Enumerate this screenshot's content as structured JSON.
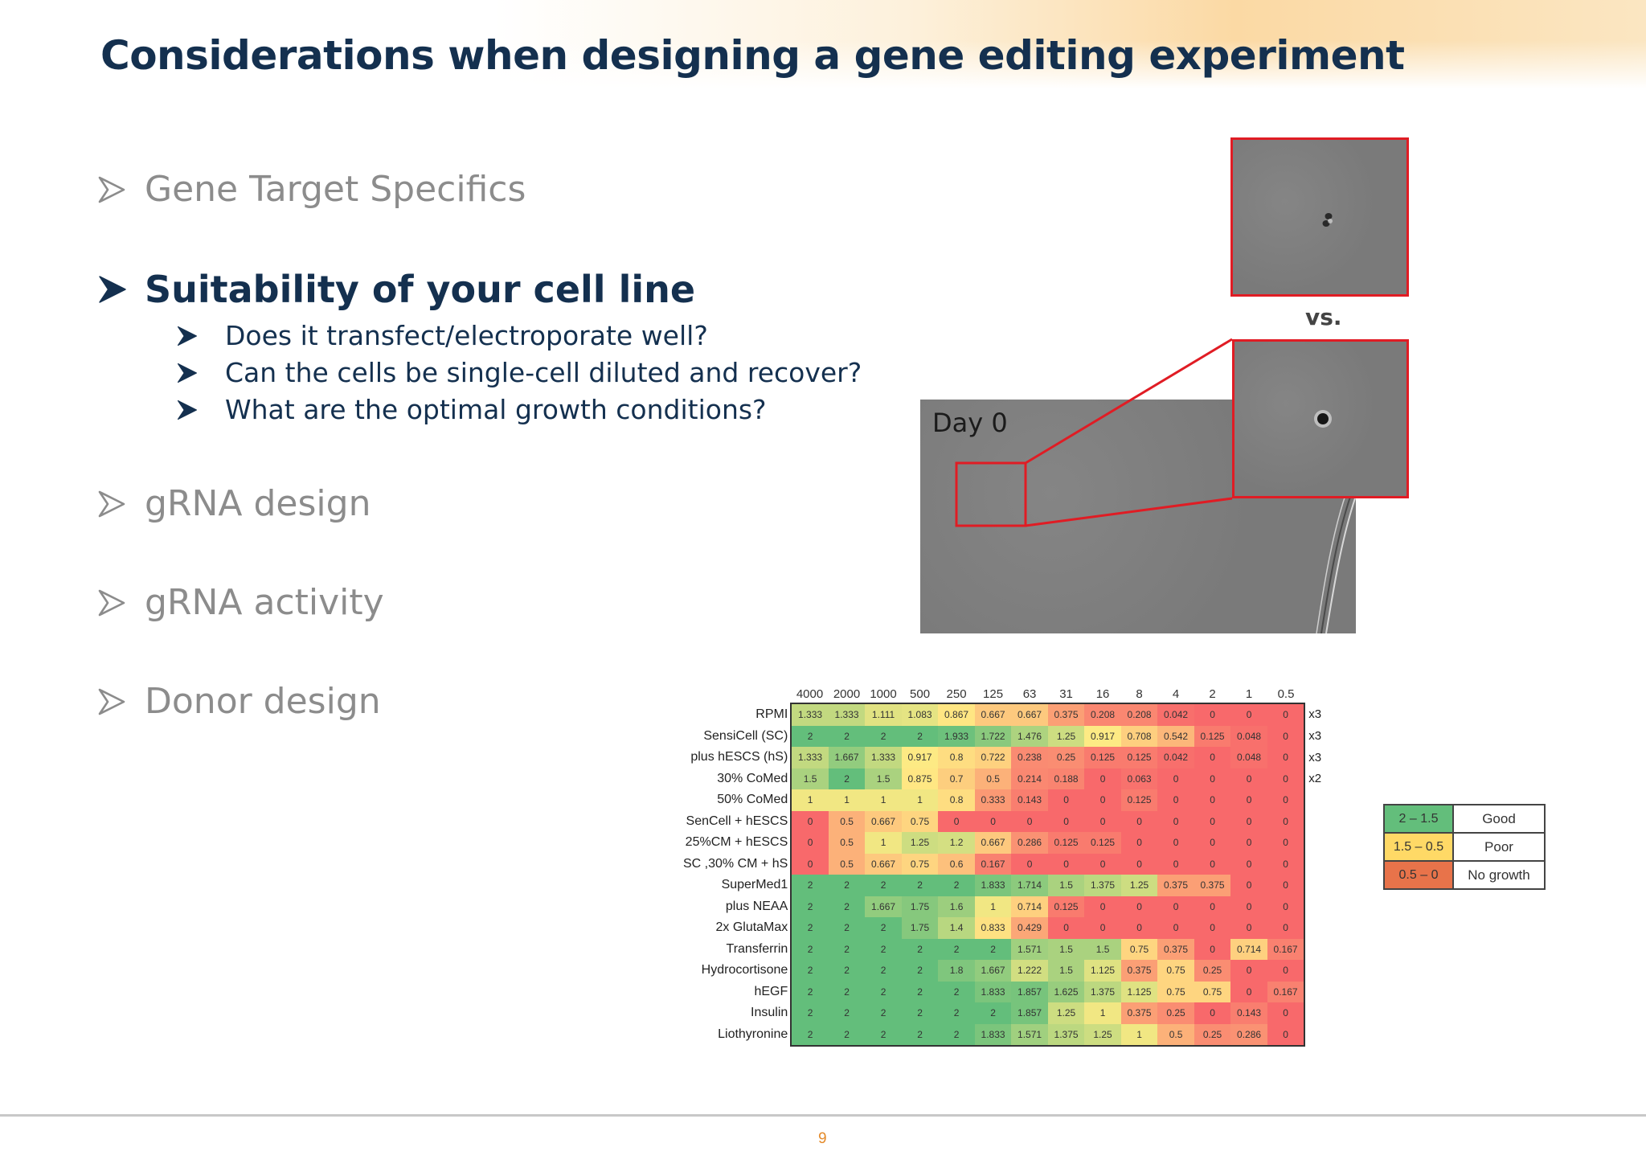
{
  "title": "Considerations when designing a gene editing experiment",
  "bullets": [
    {
      "text": "Gene Target  Specifics",
      "active": false
    },
    {
      "text": "Suitability of your cell line",
      "active": true
    },
    {
      "text": "gRNA design",
      "active": false
    },
    {
      "text": "gRNA activity",
      "active": false
    },
    {
      "text": "Donor design",
      "active": false
    }
  ],
  "sub_bullets": [
    "Does it transfect/electroporate well?",
    "Can the cells be single-cell diluted and recover?",
    "What are the optimal growth conditions?"
  ],
  "figure": {
    "day_label": "Day 0",
    "vs_label": "vs.",
    "highlight_color": "#e01c24"
  },
  "heatmap": {
    "columns": [
      "4000",
      "2000",
      "1000",
      "500",
      "250",
      "125",
      "63",
      "31",
      "16",
      "8",
      "4",
      "2",
      "1",
      "0.5"
    ],
    "rows": [
      {
        "label": "RPMI",
        "rep": "x3",
        "values": [
          "1.333",
          "1.333",
          "1.111",
          "1.083",
          "0.867",
          "0.667",
          "0.667",
          "0.375",
          "0.208",
          "0.208",
          "0.042",
          "0",
          "0",
          "0"
        ]
      },
      {
        "label": "SensiCell (SC)",
        "rep": "x3",
        "values": [
          "2",
          "2",
          "2",
          "2",
          "1.933",
          "1.722",
          "1.476",
          "1.25",
          "0.917",
          "0.708",
          "0.542",
          "0.125",
          "0.048",
          "0"
        ]
      },
      {
        "label": "plus hESCS (hS)",
        "rep": "x3",
        "values": [
          "1.333",
          "1.667",
          "1.333",
          "0.917",
          "0.8",
          "0.722",
          "0.238",
          "0.25",
          "0.125",
          "0.125",
          "0.042",
          "0",
          "0.048",
          "0"
        ]
      },
      {
        "label": "30% CoMed",
        "rep": "x2",
        "values": [
          "1.5",
          "2",
          "1.5",
          "0.875",
          "0.7",
          "0.5",
          "0.214",
          "0.188",
          "0",
          "0.063",
          "0",
          "0",
          "0",
          "0"
        ]
      },
      {
        "label": "50% CoMed",
        "rep": "",
        "values": [
          "1",
          "1",
          "1",
          "1",
          "0.8",
          "0.333",
          "0.143",
          "0",
          "0",
          "0.125",
          "0",
          "0",
          "0",
          "0"
        ]
      },
      {
        "label": "SenCell + hESCS",
        "rep": "",
        "values": [
          "0",
          "0.5",
          "0.667",
          "0.75",
          "0",
          "0",
          "0",
          "0",
          "0",
          "0",
          "0",
          "0",
          "0",
          "0"
        ]
      },
      {
        "label": "25%CM + hESCS",
        "rep": "",
        "values": [
          "0",
          "0.5",
          "1",
          "1.25",
          "1.2",
          "0.667",
          "0.286",
          "0.125",
          "0.125",
          "0",
          "0",
          "0",
          "0",
          "0"
        ]
      },
      {
        "label": "SC ,30% CM + hS",
        "rep": "",
        "values": [
          "0",
          "0.5",
          "0.667",
          "0.75",
          "0.6",
          "0.167",
          "0",
          "0",
          "0",
          "0",
          "0",
          "0",
          "0",
          "0"
        ]
      },
      {
        "label": "SuperMed1",
        "rep": "",
        "values": [
          "2",
          "2",
          "2",
          "2",
          "2",
          "1.833",
          "1.714",
          "1.5",
          "1.375",
          "1.25",
          "0.375",
          "0.375",
          "0",
          "0"
        ]
      },
      {
        "label": "plus NEAA",
        "rep": "",
        "values": [
          "2",
          "2",
          "1.667",
          "1.75",
          "1.6",
          "1",
          "0.714",
          "0.125",
          "0",
          "0",
          "0",
          "0",
          "0",
          "0"
        ]
      },
      {
        "label": "2x GlutaMax",
        "rep": "",
        "values": [
          "2",
          "2",
          "2",
          "1.75",
          "1.4",
          "0.833",
          "0.429",
          "0",
          "0",
          "0",
          "0",
          "0",
          "0",
          "0"
        ]
      },
      {
        "label": "Transferrin",
        "rep": "",
        "values": [
          "2",
          "2",
          "2",
          "2",
          "2",
          "2",
          "1.571",
          "1.5",
          "1.5",
          "0.75",
          "0.375",
          "0",
          "0.714",
          "0.167"
        ]
      },
      {
        "label": "Hydrocortisone",
        "rep": "",
        "values": [
          "2",
          "2",
          "2",
          "2",
          "1.8",
          "1.667",
          "1.222",
          "1.5",
          "1.125",
          "0.375",
          "0.75",
          "0.25",
          "0",
          "0"
        ]
      },
      {
        "label": "hEGF",
        "rep": "",
        "values": [
          "2",
          "2",
          "2",
          "2",
          "2",
          "1.833",
          "1.857",
          "1.625",
          "1.375",
          "1.125",
          "0.75",
          "0.75",
          "0",
          "0.167"
        ]
      },
      {
        "label": "Insulin",
        "rep": "",
        "values": [
          "2",
          "2",
          "2",
          "2",
          "2",
          "2",
          "1.857",
          "1.25",
          "1",
          "0.375",
          "0.25",
          "0",
          "0.143",
          "0"
        ]
      },
      {
        "label": "Liothyronine",
        "rep": "",
        "values": [
          "2",
          "2",
          "2",
          "2",
          "2",
          "1.833",
          "1.571",
          "1.375",
          "1.25",
          "1",
          "0.5",
          "0.25",
          "0.286",
          "0"
        ]
      }
    ],
    "colors": {
      "good": "#63be7b",
      "mid": "#ffeb84",
      "none": "#f8696b"
    }
  },
  "legend": [
    {
      "range": "2 – 1.5",
      "label": "Good",
      "color": "#63be7b"
    },
    {
      "range": "1.5 – 0.5",
      "label": "Poor",
      "color": "#ffd966"
    },
    {
      "range": "0.5 – 0",
      "label": "No growth",
      "color": "#e8734a"
    }
  ],
  "page_number": "9"
}
